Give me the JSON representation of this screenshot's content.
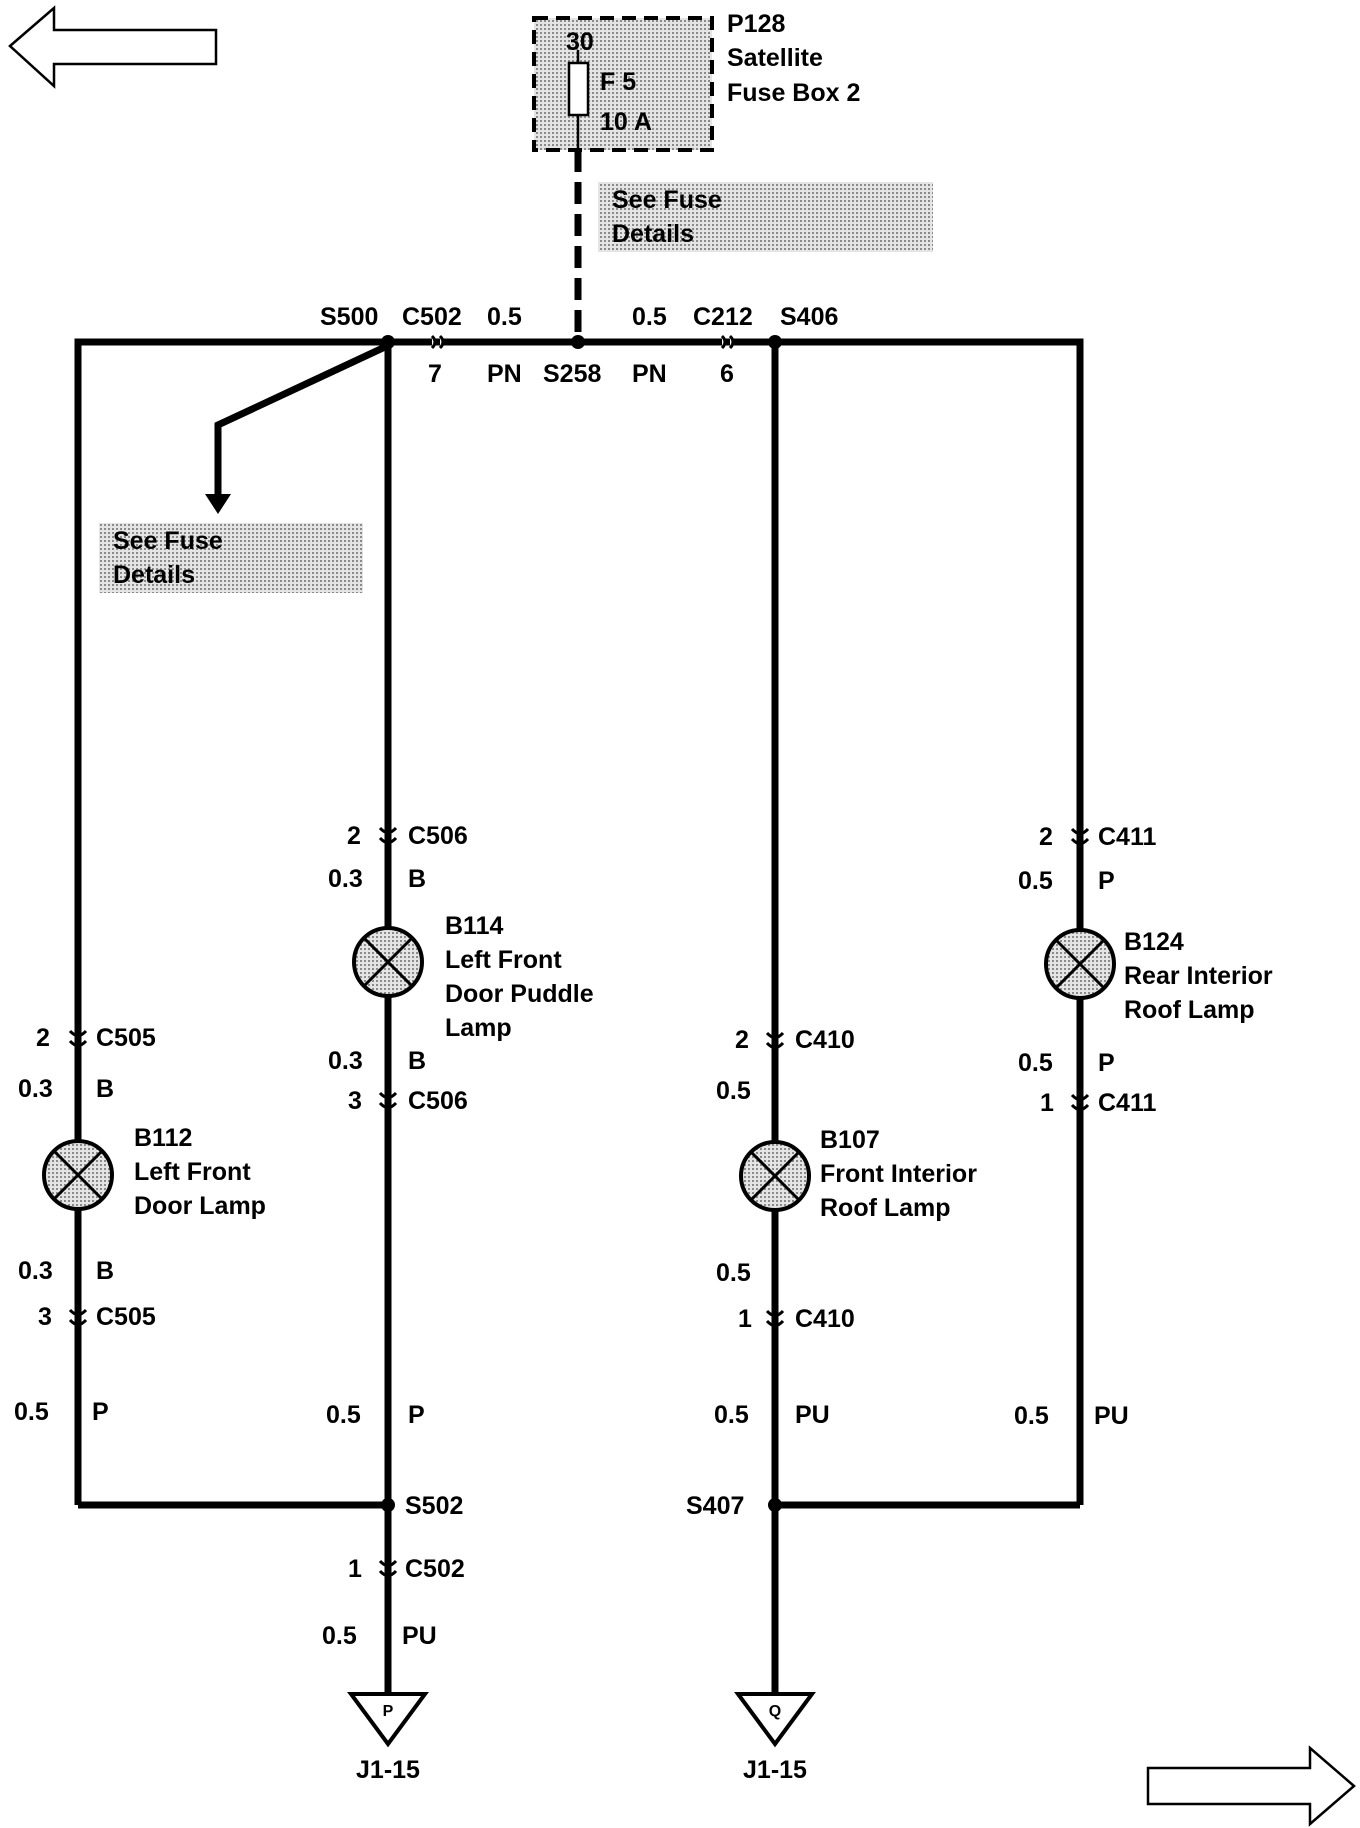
{
  "fuse_box": {
    "pin": "30",
    "fuse": "F 5",
    "rating": "10 A",
    "id": "P128",
    "name_line1": "Satellite",
    "name_line2": "Fuse Box 2"
  },
  "see_fuse_top": {
    "line1": "See Fuse",
    "line2": "Details"
  },
  "see_fuse_left": {
    "line1": "See Fuse",
    "line2": "Details"
  },
  "top_bus": {
    "s500": "S500",
    "c502": "C502",
    "gauge_left": "0.5",
    "pin_left": "7",
    "color_left": "PN",
    "s258": "S258",
    "gauge_right": "0.5",
    "color_right": "PN",
    "c212": "C212",
    "pin_right": "6",
    "s406": "S406"
  },
  "b112": {
    "conn_top_pin": "2",
    "conn_top": "C505",
    "gauge_top": "0.3",
    "color_top": "B",
    "id": "B112",
    "name_line1": "Left Front",
    "name_line2": "Door Lamp",
    "gauge_bottom": "0.3",
    "color_bottom": "B",
    "conn_bottom_pin": "3",
    "conn_bottom": "C505",
    "gauge_ground": "0.5",
    "color_ground": "P"
  },
  "b114": {
    "conn_top_pin": "2",
    "conn_top": "C506",
    "gauge_top": "0.3",
    "color_top": "B",
    "id": "B114",
    "name_line1": "Left Front",
    "name_line2": "Door Puddle",
    "name_line3": "Lamp",
    "gauge_bottom": "0.3",
    "color_bottom": "B",
    "conn_bottom_pin": "3",
    "conn_bottom": "C506",
    "gauge_ground": "0.5",
    "color_ground": "P"
  },
  "b107": {
    "conn_top_pin": "2",
    "conn_top": "C410",
    "gauge_top": "0.5",
    "id": "B107",
    "name_line1": "Front Interior",
    "name_line2": "Roof Lamp",
    "gauge_bottom": "0.5",
    "conn_bottom_pin": "1",
    "conn_bottom": "C410",
    "gauge_ground": "0.5",
    "color_ground": "PU"
  },
  "b124": {
    "conn_top_pin": "2",
    "conn_top": "C411",
    "gauge_top": "0.5",
    "color_top": "P",
    "id": "B124",
    "name_line1": "Rear Interior",
    "name_line2": "Roof Lamp",
    "gauge_bottom": "0.5",
    "color_bottom": "P",
    "conn_bottom_pin": "1",
    "conn_bottom": "C411",
    "gauge_ground": "0.5",
    "color_ground": "PU"
  },
  "ground_left": {
    "splice": "S502",
    "pin": "1",
    "connector": "C502",
    "gauge": "0.5",
    "color": "PU",
    "terminal": "P",
    "target": "J1-15"
  },
  "ground_right": {
    "splice": "S407",
    "terminal": "Q",
    "target": "J1-15"
  }
}
